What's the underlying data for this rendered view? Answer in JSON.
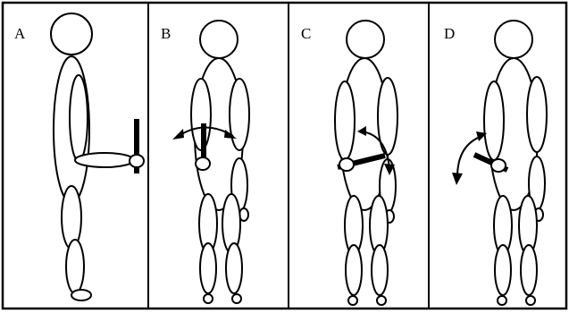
{
  "figure": {
    "panels": [
      {
        "label": "A"
      },
      {
        "label": "B"
      },
      {
        "label": "C"
      },
      {
        "label": "D"
      }
    ],
    "colors": {
      "ink": "#000000",
      "fill": "#ffffff"
    }
  }
}
